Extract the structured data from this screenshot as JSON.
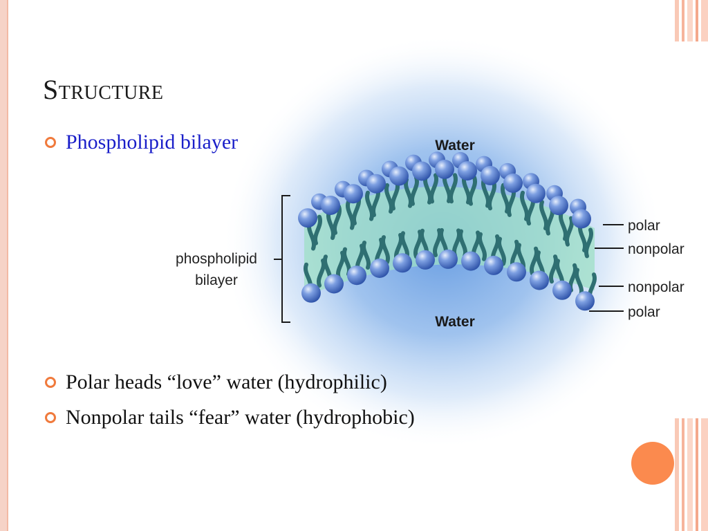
{
  "slide": {
    "title": "Structure",
    "bullets": [
      "Phospholipid bilayer",
      "Polar heads “love” water (hydrophilic)",
      "Nonpolar tails “fear” water (hydrophobic)"
    ]
  },
  "diagram": {
    "water_top": "Water",
    "water_bottom": "Water",
    "bilayer_label_line1": "phospholipid",
    "bilayer_label_line2": "bilayer",
    "labels": {
      "polar_top": "polar",
      "nonpolar_top": "nonpolar",
      "nonpolar_bottom": "nonpolar",
      "polar_bottom": "polar"
    }
  },
  "colors": {
    "accent_orange": "#f07a3c",
    "link_blue": "#1a1fc9",
    "head_blue": "#4a74c9",
    "tail_teal": "#2f6f72",
    "water_glow": "#9ec3ee",
    "border_peach": "#f6d3c7"
  },
  "icons": [
    "hollow-circle-bullet-icon",
    "orange-circle-decoration"
  ]
}
